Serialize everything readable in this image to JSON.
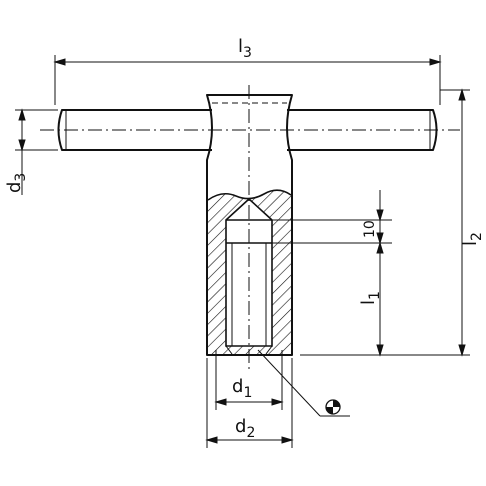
{
  "dimensions": {
    "l3": {
      "main": "l",
      "sub": "3"
    },
    "l2": {
      "main": "l",
      "sub": "2"
    },
    "l1": {
      "main": "l",
      "sub": "1"
    },
    "d3": {
      "main": "d",
      "sub": "3"
    },
    "d1": {
      "main": "d",
      "sub": "1"
    },
    "d2": {
      "main": "d",
      "sub": "2"
    },
    "depth": "10"
  },
  "symbols": {
    "drive_marker": "quadrant-circle-icon"
  },
  "colors": {
    "line": "#111111",
    "background": "#ffffff"
  }
}
